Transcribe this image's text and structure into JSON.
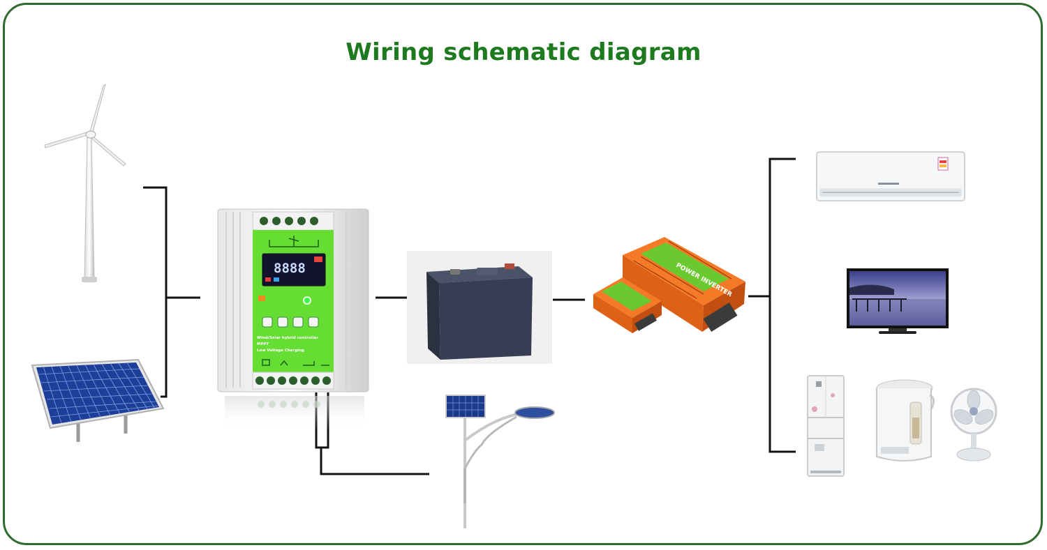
{
  "diagram": {
    "title": "Wiring schematic diagram"
  },
  "colors": {
    "frame": "#2f6b2f",
    "title": "#1e7a1e",
    "wire": "#111111",
    "controller_panel": "#66dd33",
    "inverter": "#ee6a1f"
  },
  "components": [
    {
      "id": "wind-turbine",
      "icon": "wind-turbine-icon"
    },
    {
      "id": "solar-panel",
      "icon": "solar-panel-icon"
    },
    {
      "id": "hybrid-controller",
      "icon": "charge-controller-icon"
    },
    {
      "id": "battery",
      "icon": "battery-icon"
    },
    {
      "id": "inverter",
      "icon": "inverter-icon"
    },
    {
      "id": "street-light",
      "icon": "street-light-icon"
    },
    {
      "id": "air-conditioner",
      "icon": "air-conditioner-icon"
    },
    {
      "id": "television",
      "icon": "tv-icon"
    },
    {
      "id": "refrigerator",
      "icon": "refrigerator-icon"
    },
    {
      "id": "water-dispenser",
      "icon": "water-dispenser-icon"
    },
    {
      "id": "electric-fan",
      "icon": "fan-icon"
    }
  ],
  "controller": {
    "display_digits": "8888",
    "label_line1": "Wind/Solar hybrid controller",
    "label_line2": "MPPT",
    "label_line3": "Low Voltage Charging"
  },
  "inverter": {
    "label": "POWER INVERTER"
  }
}
